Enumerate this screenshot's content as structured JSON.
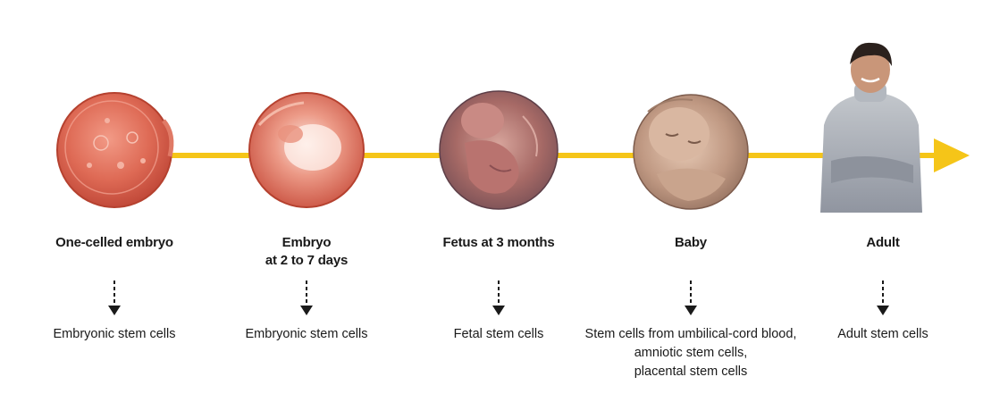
{
  "diagram": {
    "timeline_color": "#F5C518",
    "stages": [
      {
        "id": "one-celled-embryo",
        "label_lines": [
          "One-celled embryo"
        ],
        "cell_lines": [
          "Embryonic stem cells"
        ],
        "image": "one-celled-embryo-micrograph",
        "image_color": "#D9614F"
      },
      {
        "id": "embryo-2-7-days",
        "label_lines": [
          "Embryo",
          "at 2 to 7 days"
        ],
        "cell_lines": [
          "Embryonic stem cells"
        ],
        "image": "blastocyst-micrograph",
        "image_color": "#D9614F"
      },
      {
        "id": "fetus-3-months",
        "label_lines": [
          "Fetus at 3 months"
        ],
        "cell_lines": [
          "Fetal stem cells"
        ],
        "image": "fetus-photo",
        "image_color": "#A96F66"
      },
      {
        "id": "baby",
        "label_lines": [
          "Baby"
        ],
        "cell_lines": [
          "Stem cells from umbilical-cord blood,",
          "amniotic stem cells,",
          "placental stem cells"
        ],
        "image": "sleeping-baby-photo",
        "image_color": "#B88E78"
      },
      {
        "id": "adult",
        "label_lines": [
          "Adult"
        ],
        "cell_lines": [
          "Adult stem cells"
        ],
        "image": "adult-man-photo",
        "image_color": "#A7ACB2"
      }
    ]
  }
}
